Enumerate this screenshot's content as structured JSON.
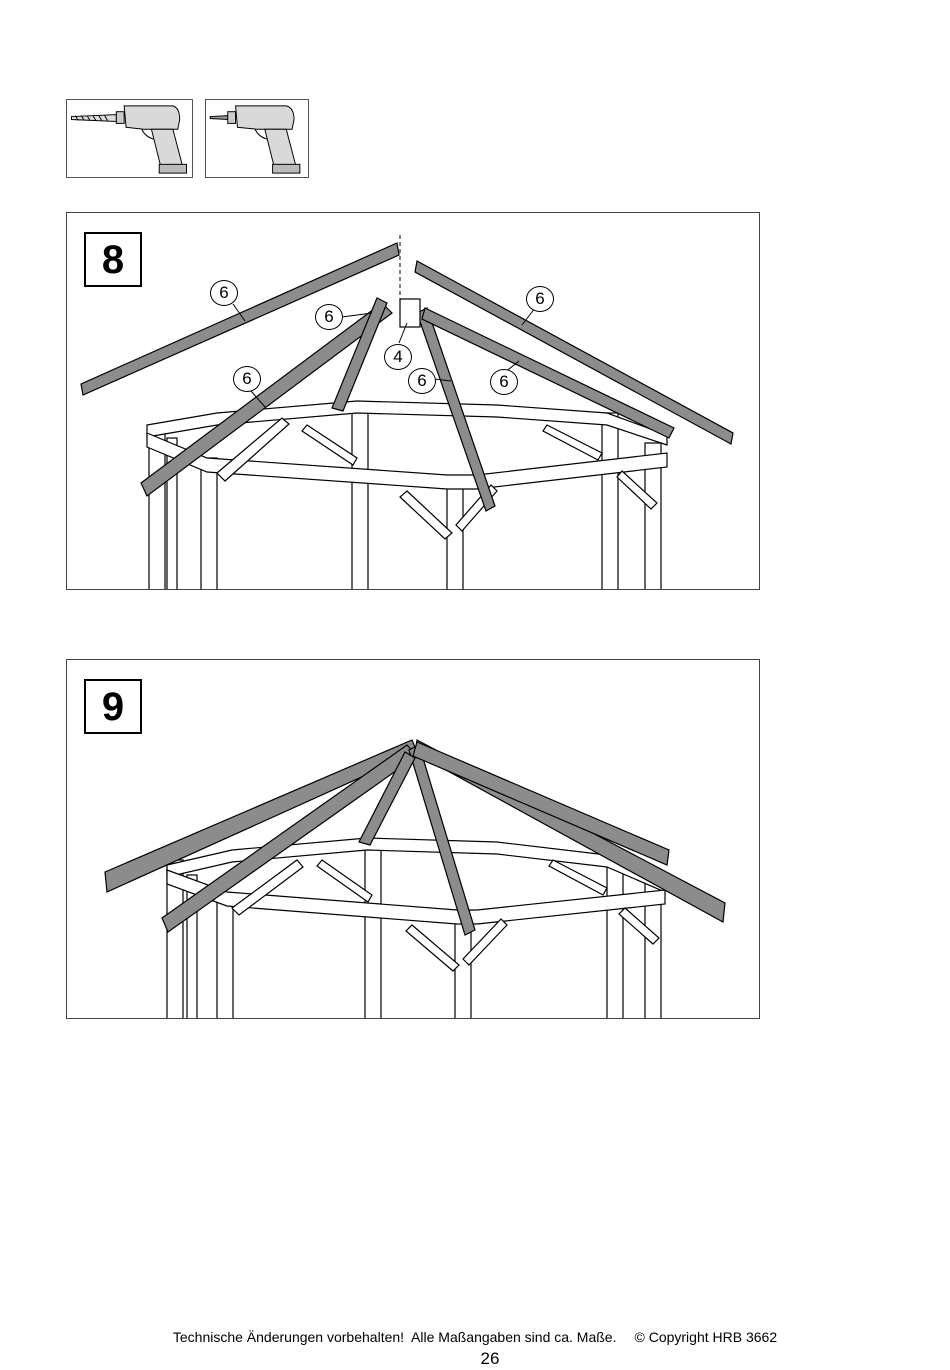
{
  "tools": [
    {
      "icon": "drill-icon"
    },
    {
      "icon": "screwdriver-icon"
    }
  ],
  "steps": [
    {
      "number": "8",
      "callouts": [
        "6",
        "6",
        "4",
        "6",
        "6",
        "6",
        "6"
      ]
    },
    {
      "number": "9"
    }
  ],
  "colors": {
    "beam_gray": "#8c8c8c",
    "frame_white": "#ffffff",
    "outline": "#000000"
  },
  "footer": {
    "text": "Technische Änderungen vorbehalten!  Alle Maßangaben sind ca. Maße.",
    "copyright": "© Copyright HRB 3662"
  },
  "page_number": "26"
}
